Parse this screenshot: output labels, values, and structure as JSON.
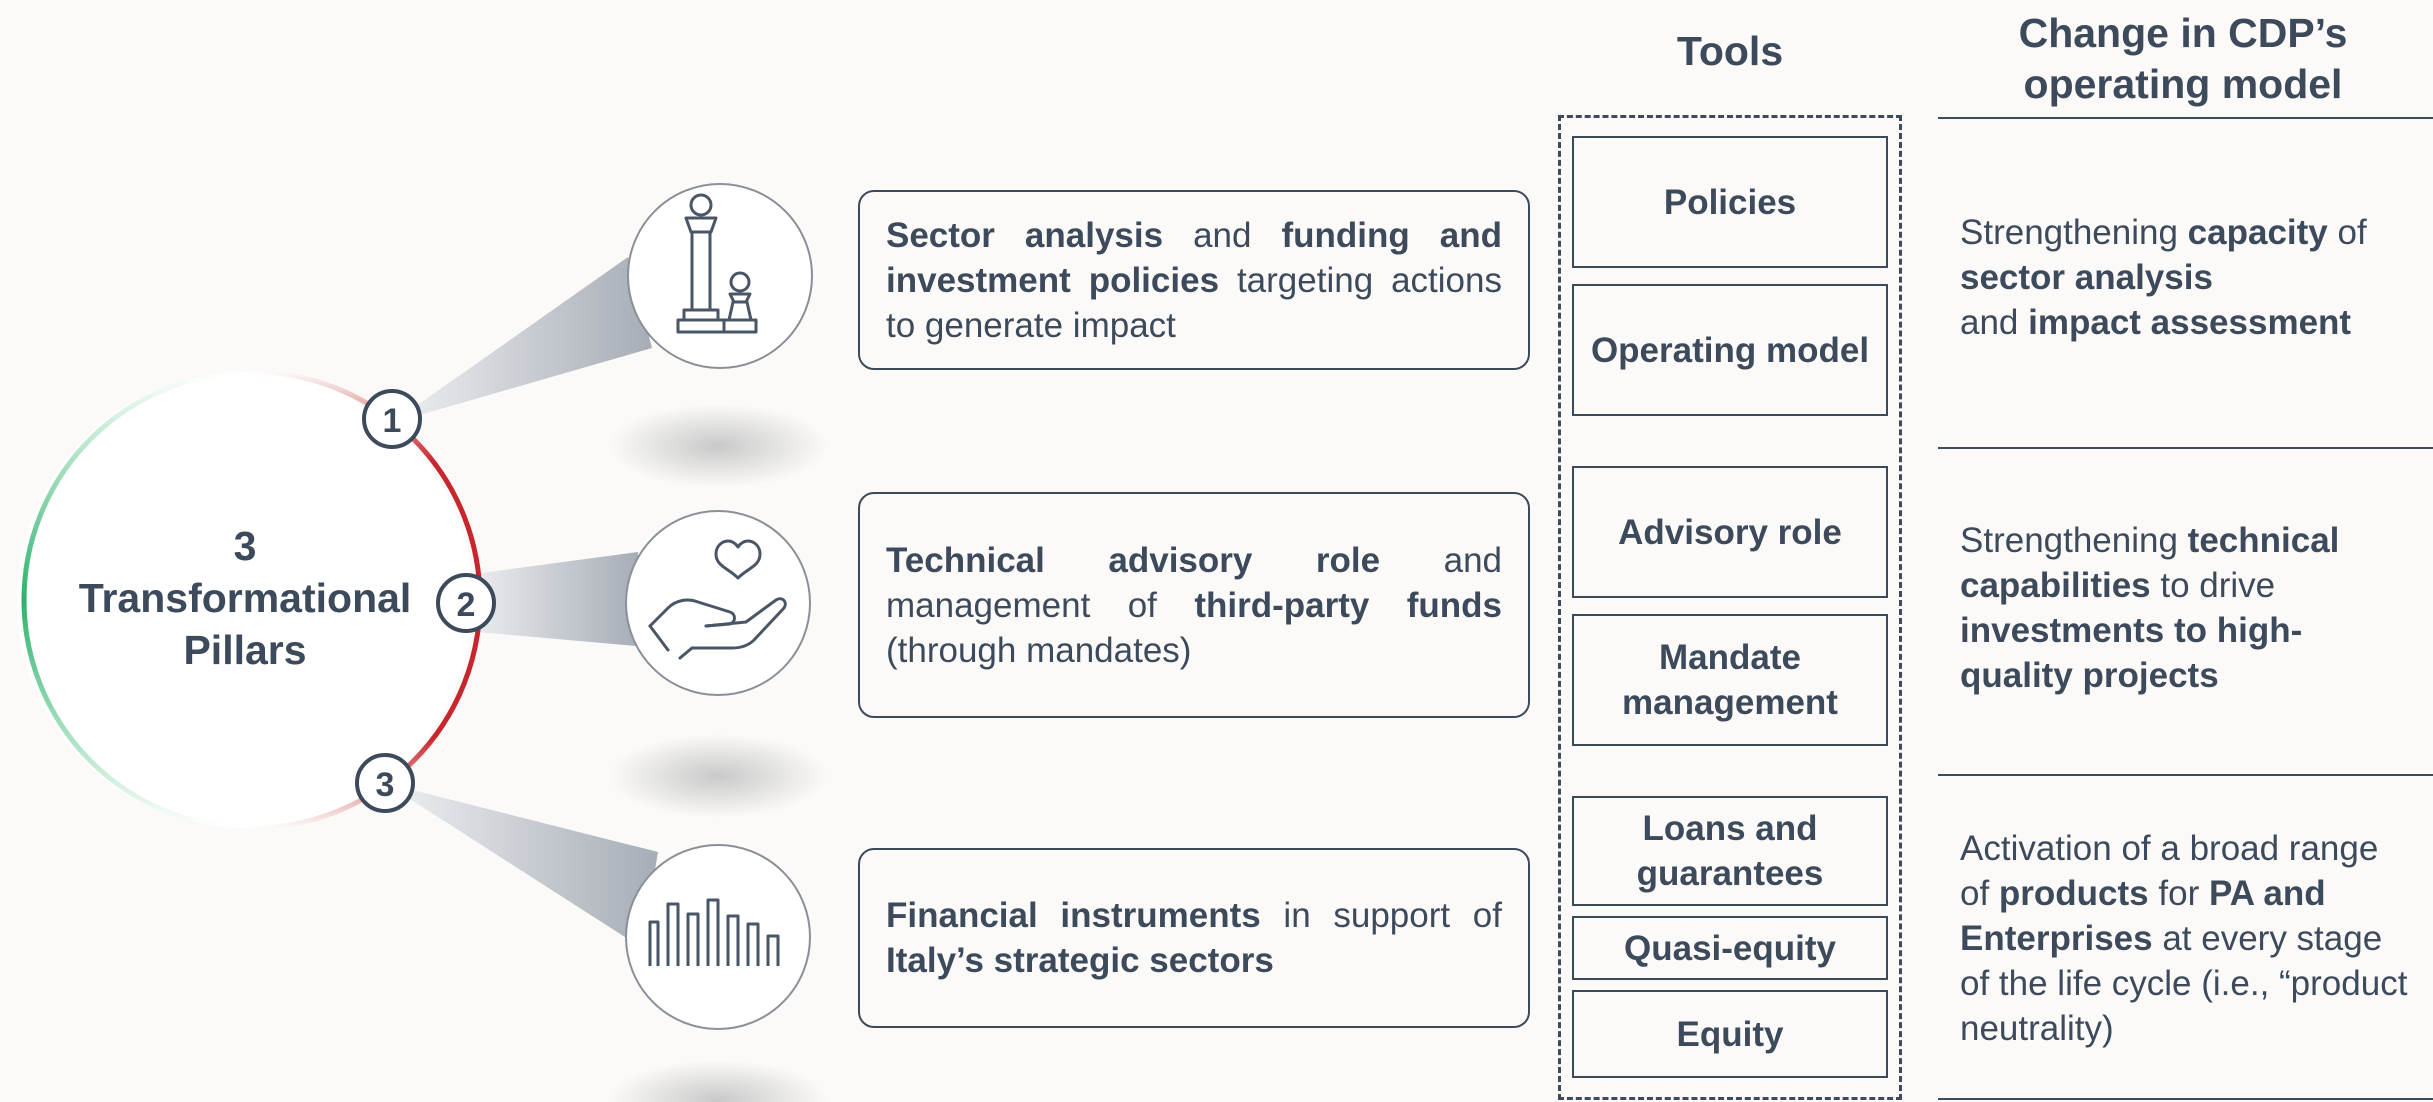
{
  "pillars": {
    "number": "3",
    "title_line1": "Transformational",
    "title_line2": "Pillars",
    "markers": [
      "1",
      "2",
      "3"
    ]
  },
  "icons": [
    "chess-pieces-icon",
    "heart-in-hand-icon",
    "bar-chart-icon"
  ],
  "descriptions": [
    {
      "p1": "Sector analysis",
      "p2": " and ",
      "p3": "funding and investment policies",
      "p4": " targeting actions to generate impact"
    },
    {
      "p1": "Technical advisory role",
      "p2": " and management of ",
      "p3": "third-party funds",
      "p4": " (through mandates)"
    },
    {
      "p1": "Financial instruments",
      "p2": " in support of ",
      "p3": "Italy’s strategic sectors"
    }
  ],
  "tools": {
    "heading": "Tools",
    "items": [
      "Policies",
      "Operating model",
      "Advisory role",
      "Mandate management",
      "Loans and guarantees",
      "Quasi-equity",
      "Equity"
    ]
  },
  "change": {
    "heading": "Change in CDP’s operating model",
    "items": [
      {
        "p1": "Strengthening ",
        "p2": "capacity",
        "p3": " of ",
        "p4": "sector analysis",
        "p5": " and ",
        "p6": "impact assessment"
      },
      {
        "p1": "Strengthening ",
        "p2": "technical capabilities",
        "p3": " to drive ",
        "p4": "investments to high-quality projects"
      },
      {
        "p1": "Activation of a broad range of ",
        "p2": "products",
        "p3": " for ",
        "p4": "PA and Enterprises",
        "p5": " at every stage of the life cycle (i.e., “product neutrality)"
      }
    ]
  },
  "colors": {
    "text": "#3d4a5c",
    "green": "#2bb36a",
    "red": "#c8252c",
    "beam": "#b9bdc4"
  }
}
